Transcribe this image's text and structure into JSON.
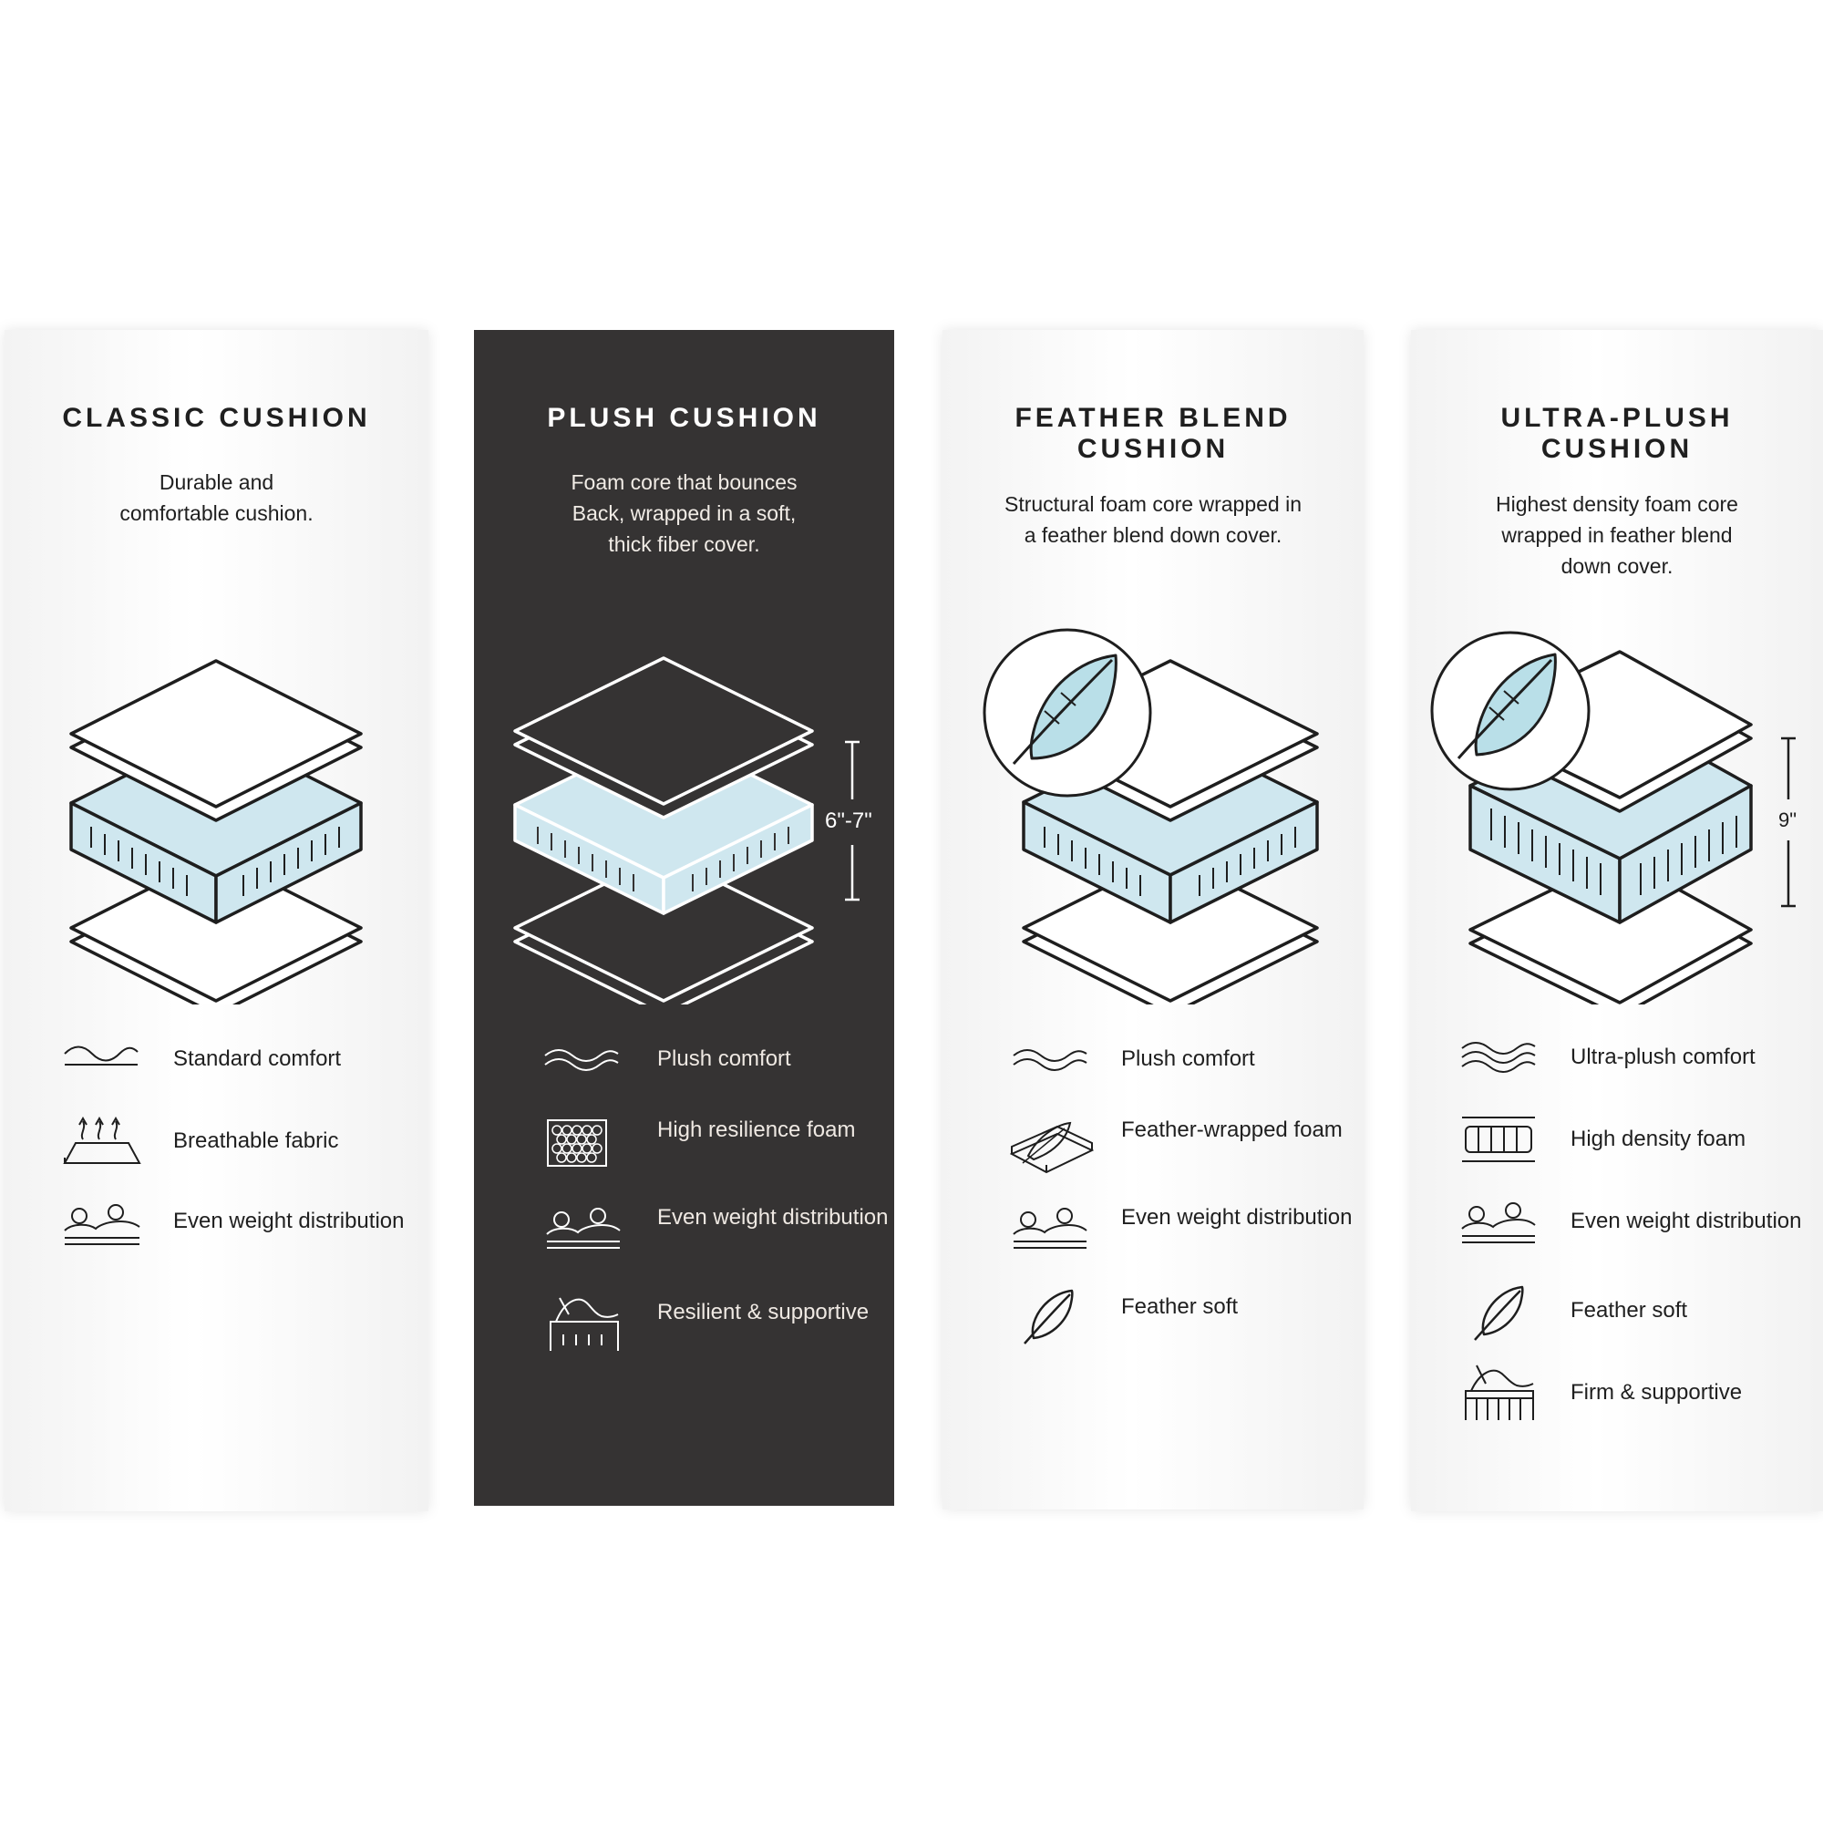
{
  "colors": {
    "foam": "#cfe7ef",
    "dark_panel": "#353333",
    "feather_fill": "#b9dfe8",
    "line_dark": "#1e1e1e",
    "line_light": "#ffffff"
  },
  "panels": [
    {
      "title": "CLASSIC CUSHION",
      "description": [
        "Durable and",
        "comfortable cushion."
      ],
      "features": [
        {
          "icon": "wave-icon",
          "label": "Standard comfort"
        },
        {
          "icon": "breathable-fabric-icon",
          "label": "Breathable fabric"
        },
        {
          "icon": "weight-distribution-icon",
          "label": "Even weight distribution"
        }
      ]
    },
    {
      "title": "PLUSH CUSHION",
      "description": [
        "Foam core that bounces",
        "Back, wrapped in a soft,",
        "thick fiber cover."
      ],
      "dimension": "6\"-7\"",
      "features": [
        {
          "icon": "wave-icon",
          "label": "Plush comfort"
        },
        {
          "icon": "honeycomb-foam-icon",
          "label": "High resilience foam"
        },
        {
          "icon": "weight-distribution-icon",
          "label": "Even weight distribution"
        },
        {
          "icon": "spring-support-icon",
          "label": "Resilient & supportive"
        }
      ]
    },
    {
      "title": "FEATHER BLEND CUSHION",
      "description": [
        "Structural foam core wrapped in",
        "a feather blend down cover."
      ],
      "features": [
        {
          "icon": "wave-icon",
          "label": "Plush comfort"
        },
        {
          "icon": "feather-wrapped-foam-icon",
          "label": "Feather-wrapped foam"
        },
        {
          "icon": "weight-distribution-icon",
          "label": "Even weight distribution"
        },
        {
          "icon": "feather-icon",
          "label": "Feather soft"
        }
      ]
    },
    {
      "title": "ULTRA-PLUSH CUSHION",
      "description": [
        "Highest density foam core",
        "wrapped in feather blend",
        "down cover."
      ],
      "dimension": "9\"",
      "features": [
        {
          "icon": "wave-icon",
          "label": "Ultra-plush comfort"
        },
        {
          "icon": "high-density-foam-icon",
          "label": "High density foam"
        },
        {
          "icon": "weight-distribution-icon",
          "label": "Even weight distribution"
        },
        {
          "icon": "feather-icon",
          "label": "Feather soft"
        },
        {
          "icon": "firm-support-icon",
          "label": "Firm & supportive"
        }
      ]
    }
  ]
}
